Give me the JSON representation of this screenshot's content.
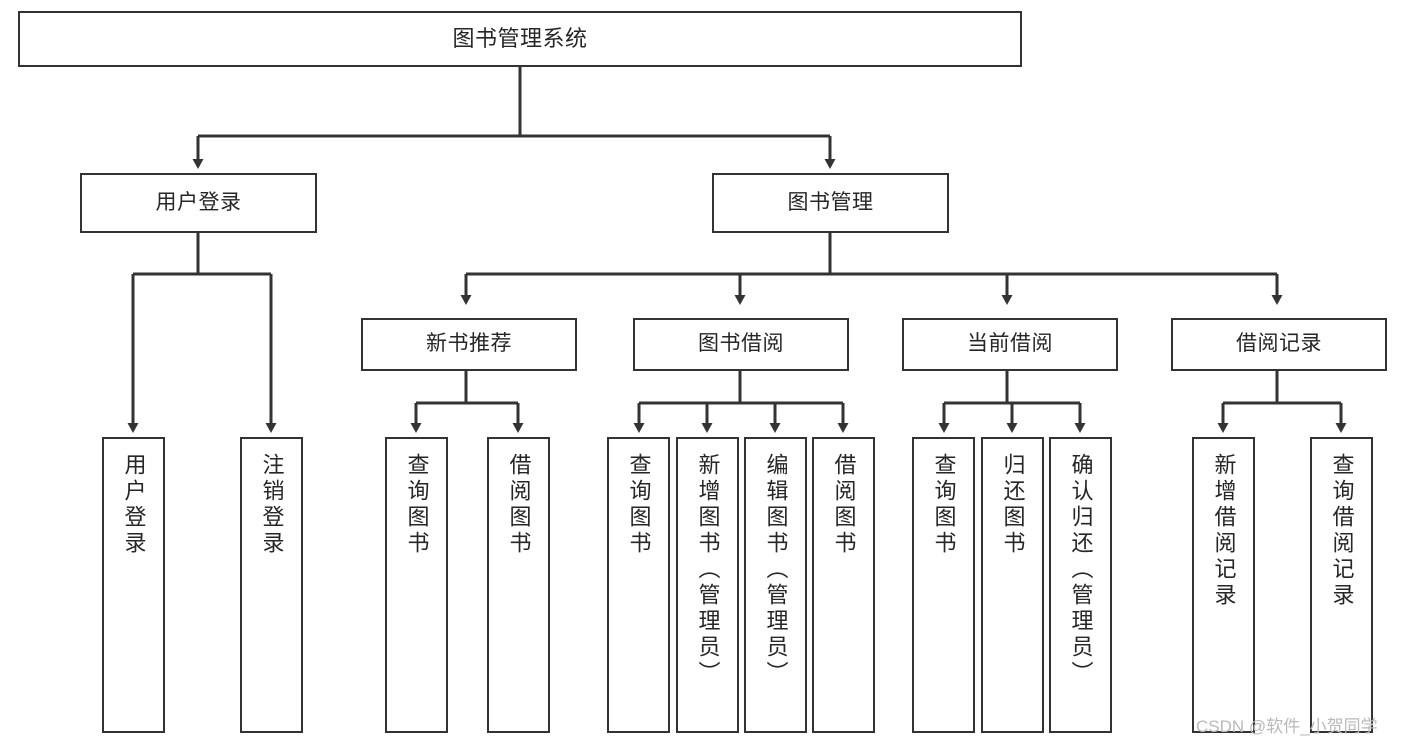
{
  "diagram": {
    "type": "tree-hierarchy-chart",
    "title": "图书管理系统",
    "line_color": "#333333",
    "box_fill": "#ffffff",
    "text_color": "#262626",
    "nodes": {
      "root": {
        "label": "图书管理系统"
      },
      "level2": [
        {
          "id": "user-login",
          "label": "用户登录"
        },
        {
          "id": "book-manage",
          "label": "图书管理"
        }
      ],
      "level3": [
        {
          "id": "new-book-recommend",
          "label": "新书推荐"
        },
        {
          "id": "book-borrow",
          "label": "图书借阅"
        },
        {
          "id": "current-borrow",
          "label": "当前借阅"
        },
        {
          "id": "borrow-record",
          "label": "借阅记录"
        }
      ],
      "leaves": {
        "user_login": [
          {
            "id": "leaf-user-login",
            "label": "用户登录"
          },
          {
            "id": "leaf-user-logout",
            "label": "注销登录"
          }
        ],
        "new_book_recommend": [
          {
            "id": "leaf-query-book-1",
            "label": "查询图书"
          },
          {
            "id": "leaf-borrow-book-1",
            "label": "借阅图书"
          }
        ],
        "book_borrow": [
          {
            "id": "leaf-query-book-2",
            "label": "查询图书"
          },
          {
            "id": "leaf-add-book",
            "label": "新增图书（管理员）"
          },
          {
            "id": "leaf-edit-book",
            "label": "编辑图书（管理员）"
          },
          {
            "id": "leaf-borrow-book-2",
            "label": "借阅图书"
          }
        ],
        "current_borrow": [
          {
            "id": "leaf-query-book-3",
            "label": "查询图书"
          },
          {
            "id": "leaf-return-book",
            "label": "归还图书"
          },
          {
            "id": "leaf-confirm-return",
            "label": "确认归还（管理员）"
          }
        ],
        "borrow_record": [
          {
            "id": "leaf-add-record",
            "label": "新增借阅记录"
          },
          {
            "id": "leaf-query-record",
            "label": "查询借阅记录"
          }
        ]
      }
    }
  },
  "watermark": {
    "text": "CSDN @软件_小贺同学"
  }
}
